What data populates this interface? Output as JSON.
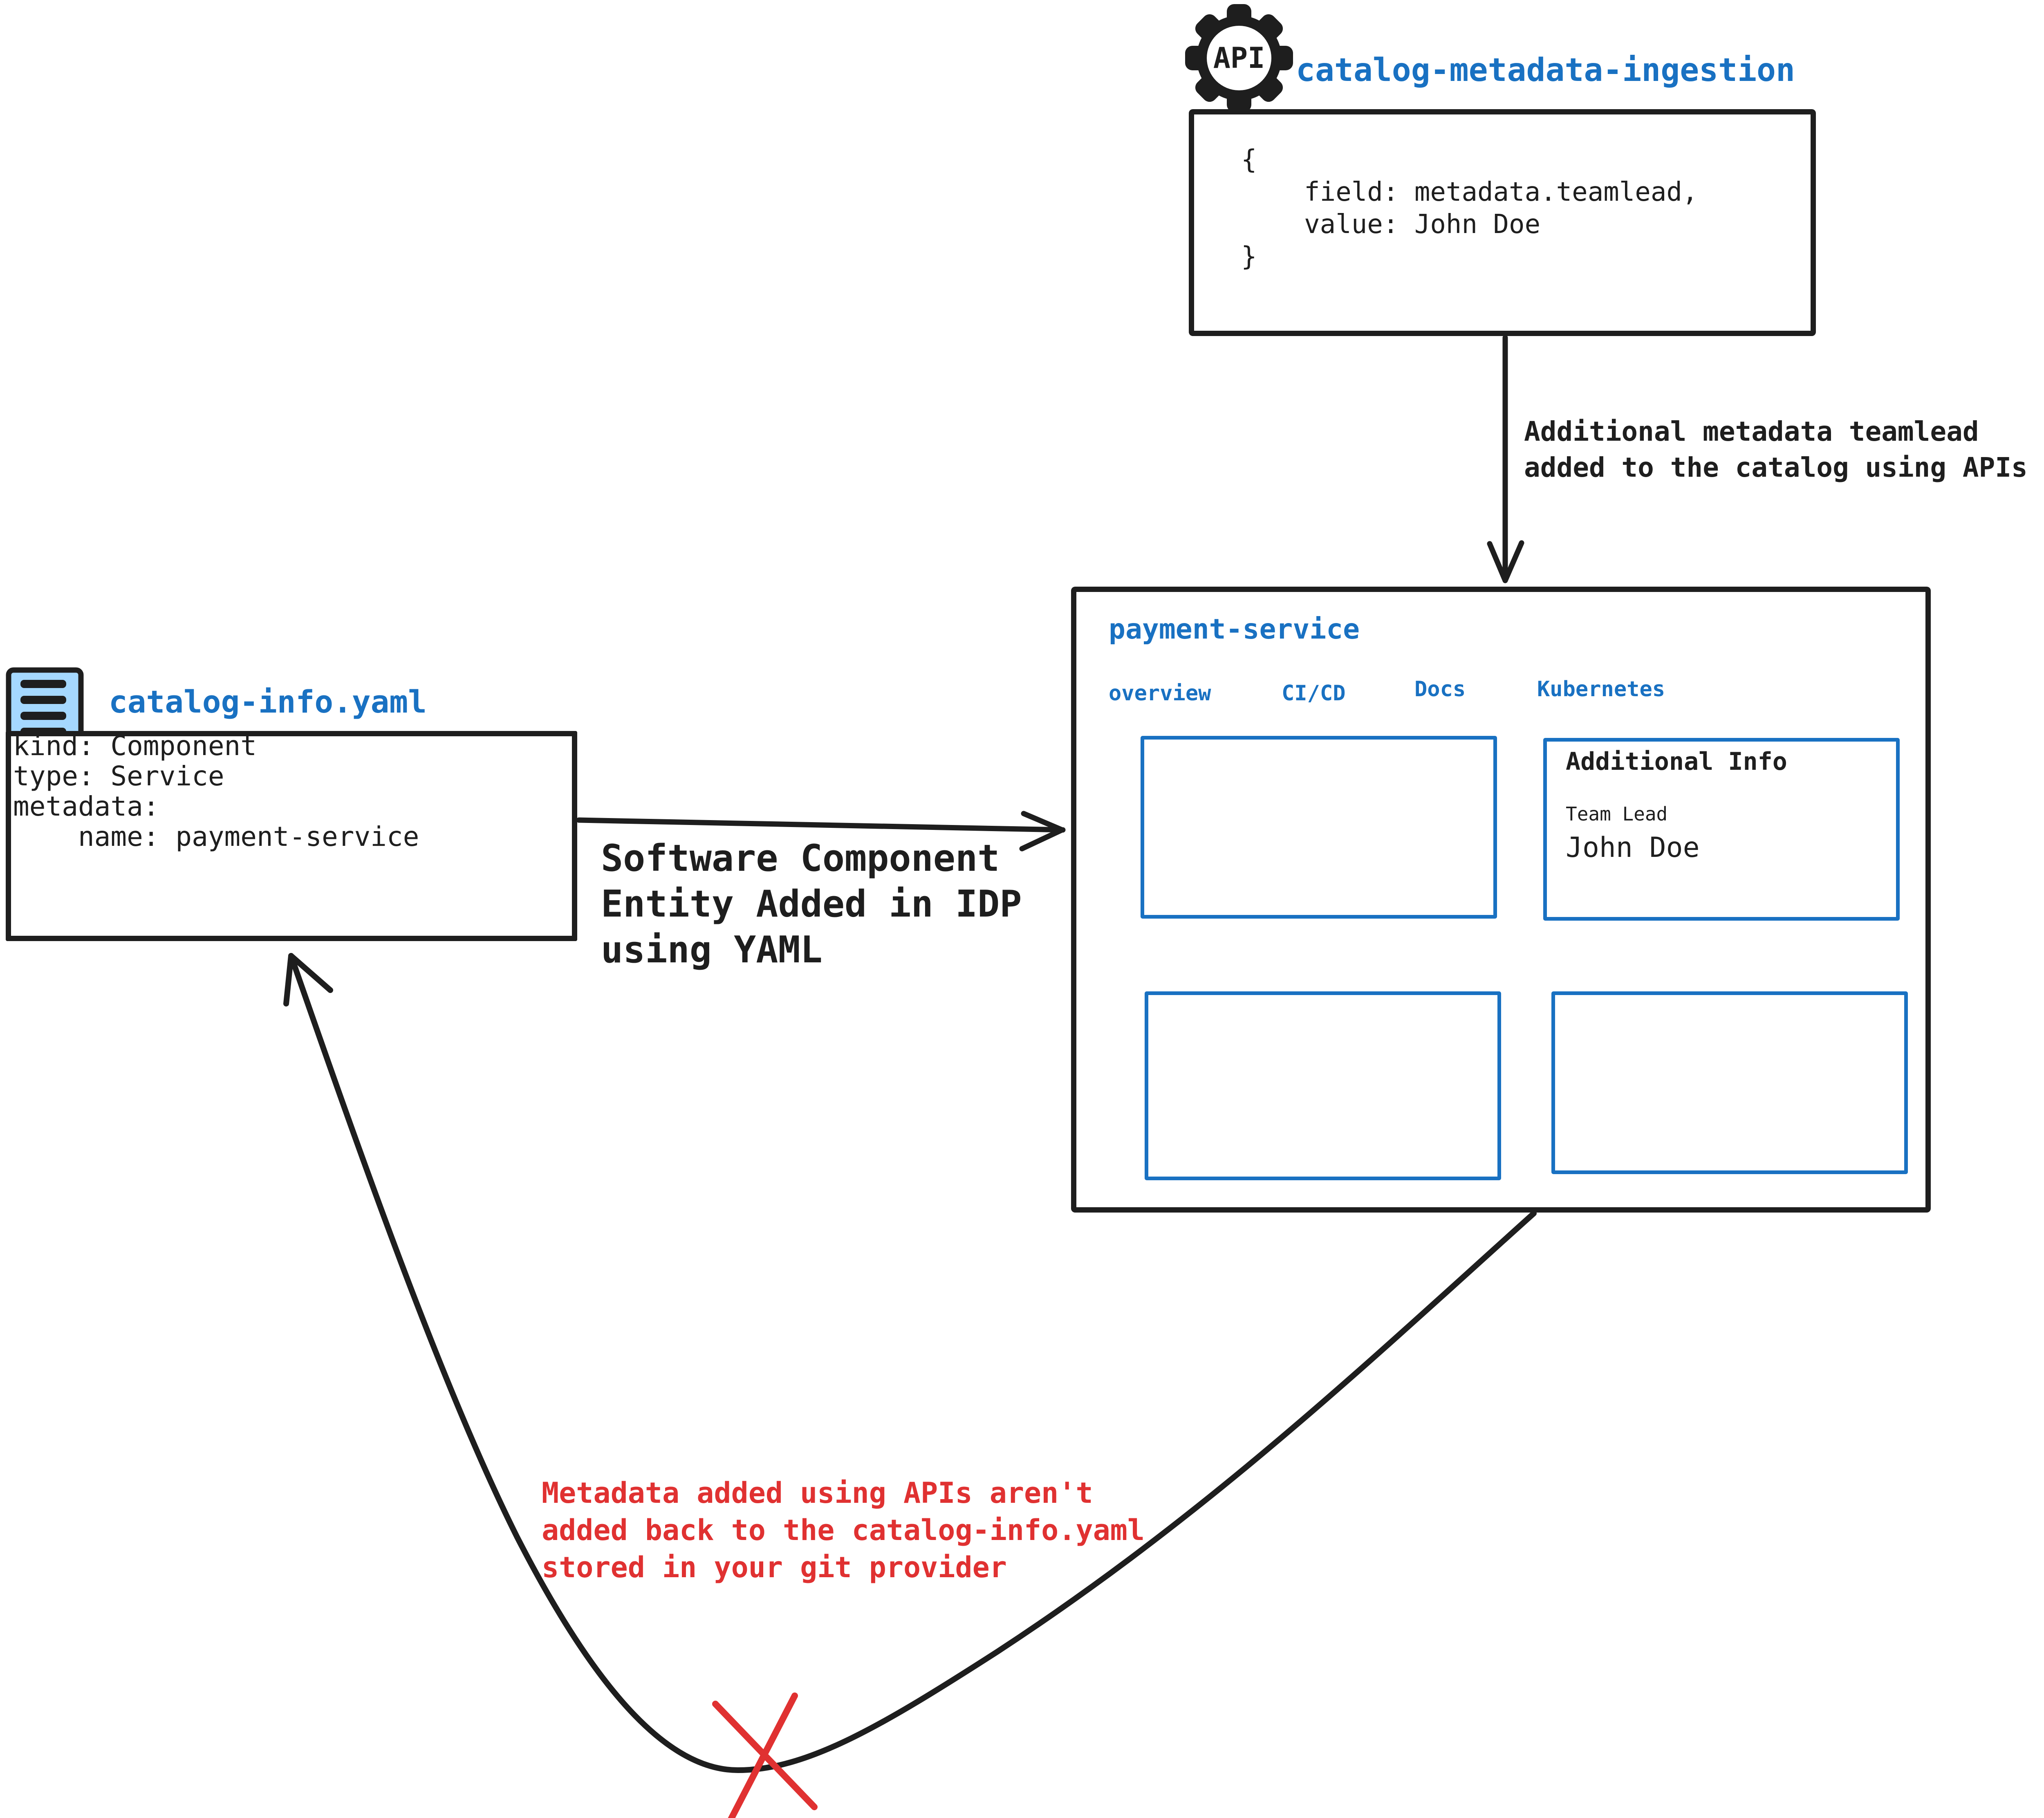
{
  "colors": {
    "ink": "#1e1e1e",
    "blue": "#1971c2",
    "red": "#e03131",
    "icon_fill": "#a5d8ff"
  },
  "api_service": {
    "icon": "api-gear-icon",
    "icon_label": "API",
    "title": "catalog-metadata-ingestion",
    "code_lines": {
      "l1": "{",
      "l2": "    field: metadata.teamlead,",
      "l3": "    value: John Doe",
      "l4": "}"
    }
  },
  "api_arrow_label": {
    "line1": "Additional metadata teamlead",
    "line2": "added to the catalog using APIs"
  },
  "portal": {
    "title": "payment-service",
    "tabs": [
      {
        "label": "overview"
      },
      {
        "label": "CI/CD"
      },
      {
        "label": "Docs"
      },
      {
        "label": "Kubernetes"
      }
    ],
    "additional_info": {
      "heading": "Additional Info",
      "field_label": "Team Lead",
      "field_value": "John Doe"
    }
  },
  "yaml_file": {
    "icon": "yaml-file-icon",
    "title": "catalog-info.yaml",
    "code_lines": {
      "l1": "kind: Component",
      "l2": "type: Service",
      "l3": "metadata:",
      "l4": "    name: payment-service"
    }
  },
  "yaml_arrow_label": {
    "line1": "Software Component",
    "line2": "Entity Added in IDP",
    "line3": "using YAML"
  },
  "feedback_note": {
    "line1": "Metadata added using APIs aren't",
    "line2": "added back to the catalog-info.yaml",
    "line3": "stored in your git provider"
  }
}
